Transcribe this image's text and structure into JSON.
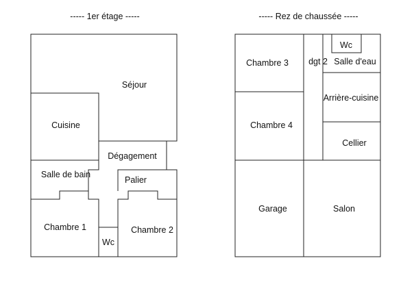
{
  "floors": {
    "etage": {
      "title": "-----  1er étage  -----",
      "rooms": {
        "sejour": "Séjour",
        "cuisine": "Cuisine",
        "degagement": "Dégagement",
        "salle_de_bain": "Salle de bain",
        "palier": "Palier",
        "chambre1": "Chambre 1",
        "chambre2": "Chambre 2",
        "wc": "Wc"
      }
    },
    "rdc": {
      "title": "-----  Rez de chaussée  -----",
      "rooms": {
        "chambre3": "Chambre 3",
        "chambre4": "Chambre 4",
        "dgt2": "dgt 2",
        "wc": "Wc",
        "salle_deau": "Salle d'eau",
        "arriere_cuisine": "Arrière-cuisine",
        "cellier": "Cellier",
        "garage": "Garage",
        "salon": "Salon"
      }
    }
  }
}
